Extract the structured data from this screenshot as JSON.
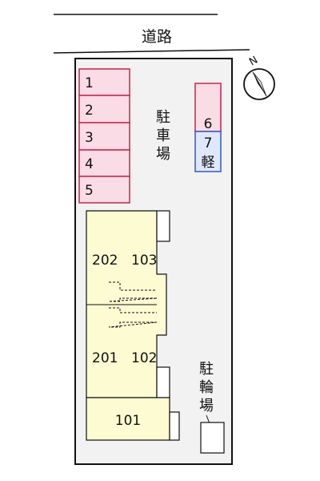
{
  "road": {
    "label": "道路"
  },
  "compass": {
    "label": "N"
  },
  "parking": {
    "label_chars": [
      "駐",
      "車",
      "場"
    ],
    "left_spaces": [
      "1",
      "2",
      "3",
      "4",
      "5"
    ],
    "right_spaces": [
      {
        "number": "6",
        "note": ""
      },
      {
        "number": "7",
        "note": "軽"
      }
    ],
    "space_fill": "#f9dce6",
    "space_stroke": "#d0204a",
    "kei_fill": "#dfe8fb",
    "kei_stroke": "#3355cc"
  },
  "bicycle_parking": {
    "label_chars": [
      "駐",
      "輪",
      "場"
    ]
  },
  "building": {
    "fill": "#fdfbd2",
    "units": [
      {
        "left": "202",
        "right": "103"
      },
      {
        "left": "201",
        "right": "102"
      },
      {
        "left": "101",
        "right": ""
      }
    ]
  },
  "site_fill": "#f2f2f2"
}
